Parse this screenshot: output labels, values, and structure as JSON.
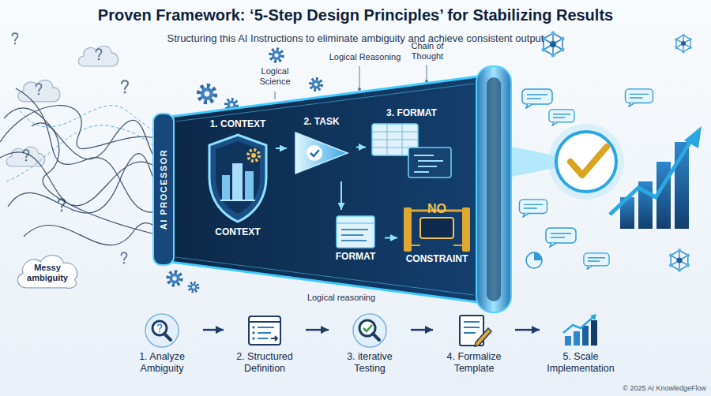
{
  "diagram": {
    "title": "Proven Framework: ‘5-Step Design Principles’ for Stabilizing Results",
    "nodes": [
      {
        "text": [
          "Messy ambiguity"
        ]
      },
      {
        "text": [
          "AI PROCESSOR"
        ]
      },
      {
        "text": [
          "1. CONTEXT",
          "CONTEXT"
        ],
        "in": 1
      },
      {
        "text": [
          "2. TASK"
        ],
        "in": 1
      },
      {
        "text": [
          "3. FORMAT"
        ],
        "in": 1
      },
      {
        "text": [
          "FORMAT"
        ],
        "in": 1
      },
      {
        "text": [
          "NO",
          "CONSTRAINT"
        ],
        "in": 1
      },
      {
        "text": [
          "1. Analyze Ambiguity"
        ]
      },
      {
        "text": [
          "2. Structured Definition"
        ]
      },
      {
        "text": [
          "3. iterative Testing"
        ]
      },
      {
        "text": [
          "4. Formalize Template"
        ]
      },
      {
        "text": [
          "5. Scale Implementation"
        ]
      }
    ],
    "edges": [
      {
        "from": 2,
        "to": 3,
        "arrow": "to"
      },
      {
        "from": 3,
        "to": 4,
        "arrow": "to"
      },
      {
        "from": 3,
        "to": 5,
        "arrow": "to"
      },
      {
        "from": 5,
        "to": 6,
        "arrow": "to"
      },
      {
        "from": 7,
        "to": 8,
        "arrow": "to"
      },
      {
        "from": 8,
        "to": 9,
        "arrow": "to"
      },
      {
        "from": 9,
        "to": 10,
        "arrow": "to"
      },
      {
        "from": 10,
        "to": 11,
        "arrow": "to"
      }
    ],
    "labels": [
      "Structuring this AI Instructions to eliminate ambiguity and achieve consistent output",
      "Logical Science",
      "Logical Reasoning",
      "Chain of Thought",
      "Logical reasoning",
      "© 2025 AI KnowledgeFlow"
    ]
  }
}
